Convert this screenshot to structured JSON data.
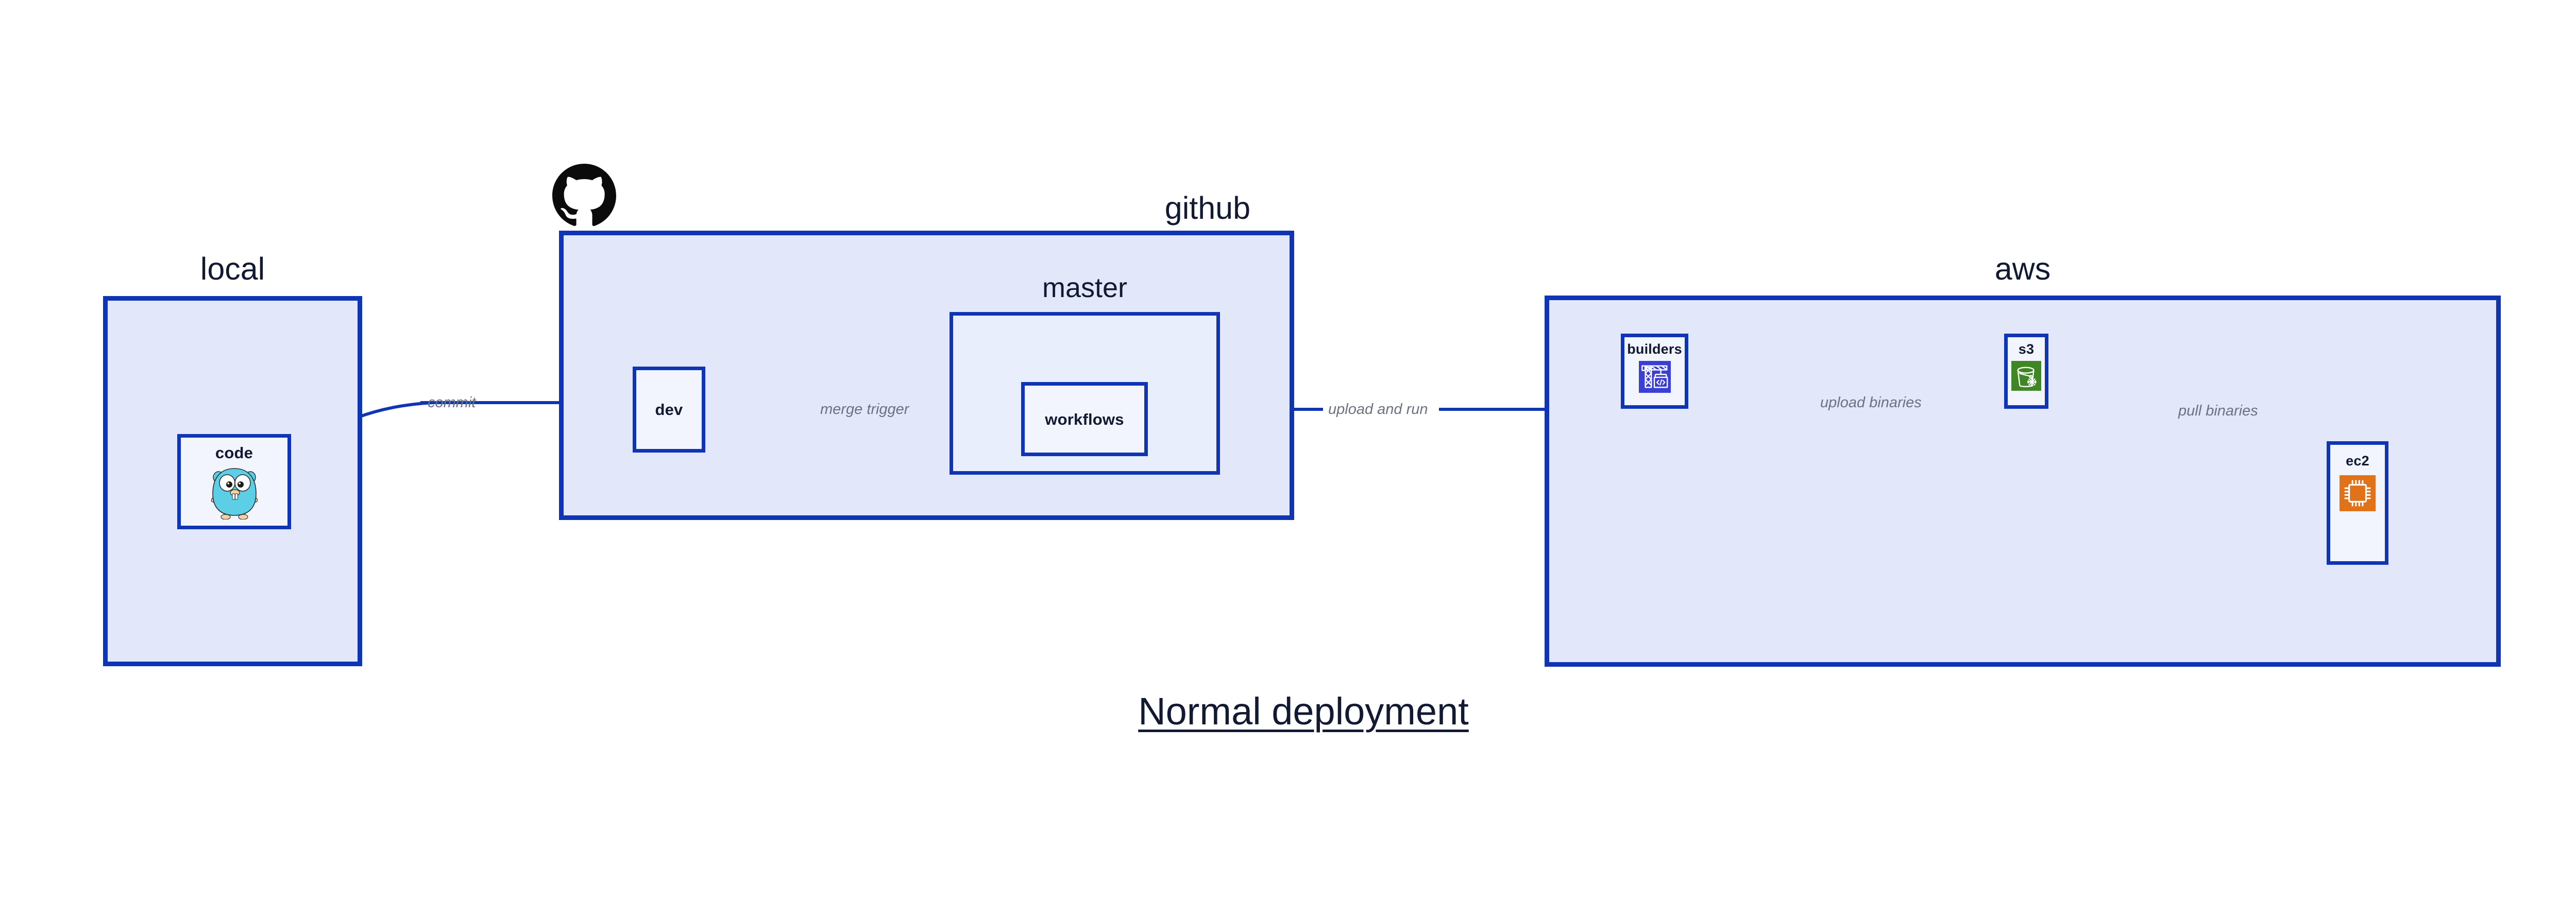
{
  "diagram": {
    "caption": "Normal deployment",
    "accent_border_color": "#0f35b5",
    "group_fill_color": "#e2e7fa",
    "subgroup_fill_color": "#e9eefc",
    "node_fill_color": "#f2f5fe",
    "text_color": "#121933",
    "edge_label_color": "#6b7280",
    "background_color": "#ffffff"
  },
  "groups": {
    "local": {
      "title": "local",
      "nodes": {
        "code": {
          "label": "code",
          "icon": "go-gopher-icon",
          "icon_color": "#5ccfe6"
        }
      }
    },
    "github": {
      "title": "github",
      "logo_icon": "github-octocat-icon",
      "logo_color": "#000000",
      "nodes": {
        "dev": {
          "label": "dev"
        }
      },
      "subgroups": {
        "master": {
          "title": "master",
          "nodes": {
            "workflows": {
              "label": "workflows"
            }
          }
        }
      }
    },
    "aws": {
      "title": "aws",
      "nodes": {
        "builders": {
          "label": "builders",
          "icon": "crane-code-icon",
          "icon_color": "#3b3fd4"
        },
        "s3": {
          "label": "s3",
          "icon": "s3-bucket-icon",
          "icon_color": "#3f8624"
        },
        "ec2": {
          "label": "ec2",
          "icon": "cpu-chip-icon",
          "icon_color": "#e0721a"
        }
      }
    }
  },
  "edges": [
    {
      "id": "commit",
      "label": "commit",
      "from": "code",
      "to": "dev"
    },
    {
      "id": "merge-trigger",
      "label": "merge trigger",
      "from": "dev",
      "to": "workflows"
    },
    {
      "id": "upload-and-run",
      "label": "upload and run",
      "from": "workflows",
      "to": "builders"
    },
    {
      "id": "upload-binaries",
      "label": "upload binaries",
      "from": "builders",
      "to": "s3"
    },
    {
      "id": "pull-binaries",
      "label": "pull binaries",
      "from": "s3",
      "to": "ec2"
    }
  ]
}
